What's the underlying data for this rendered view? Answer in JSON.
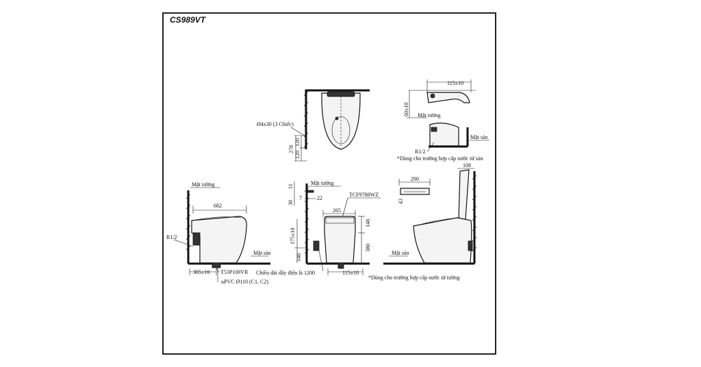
{
  "title": "CS989VT",
  "labels": {
    "wall_1": "Mặt tường",
    "wall_2": "Mặt tường",
    "wall_3": "Mặt tường",
    "floor_1": "Mặt sàn",
    "floor_2": "Mặt sàn",
    "floor_3": "Mặt sàn",
    "r12_1": "R1/2",
    "r12_2": "R1/2",
    "screws": "Ø4x30 (3 Chiếc)",
    "note_floor": "*Dùng cho trường hợp cấp nước từ sàn",
    "note_wall": "*Dùng cho trường hợp cấp nước từ tường",
    "remote_model": "TCF9788WZ",
    "flange_model": "T53P100VR",
    "pipe": "uPVC Ø110 (C1, C2)",
    "cord": "Chiều dài dây điện là 1200"
  },
  "dims": {
    "d_115_top": "115±10",
    "d_60": "60±10",
    "d_278": "278",
    "d_120a": "120",
    "d_120b": "120",
    "d_682": "682",
    "d_305": "305±10",
    "d_11": "11",
    "d_30": "30",
    "d_22": "22",
    "d_7": "7",
    "d_265": "265",
    "d_148": "148",
    "d_175": "175±10",
    "d_380": "380",
    "d_140": "140",
    "d_115_bottom": "115±10",
    "d_290": "290",
    "d_43": "43",
    "d_108": "108"
  }
}
